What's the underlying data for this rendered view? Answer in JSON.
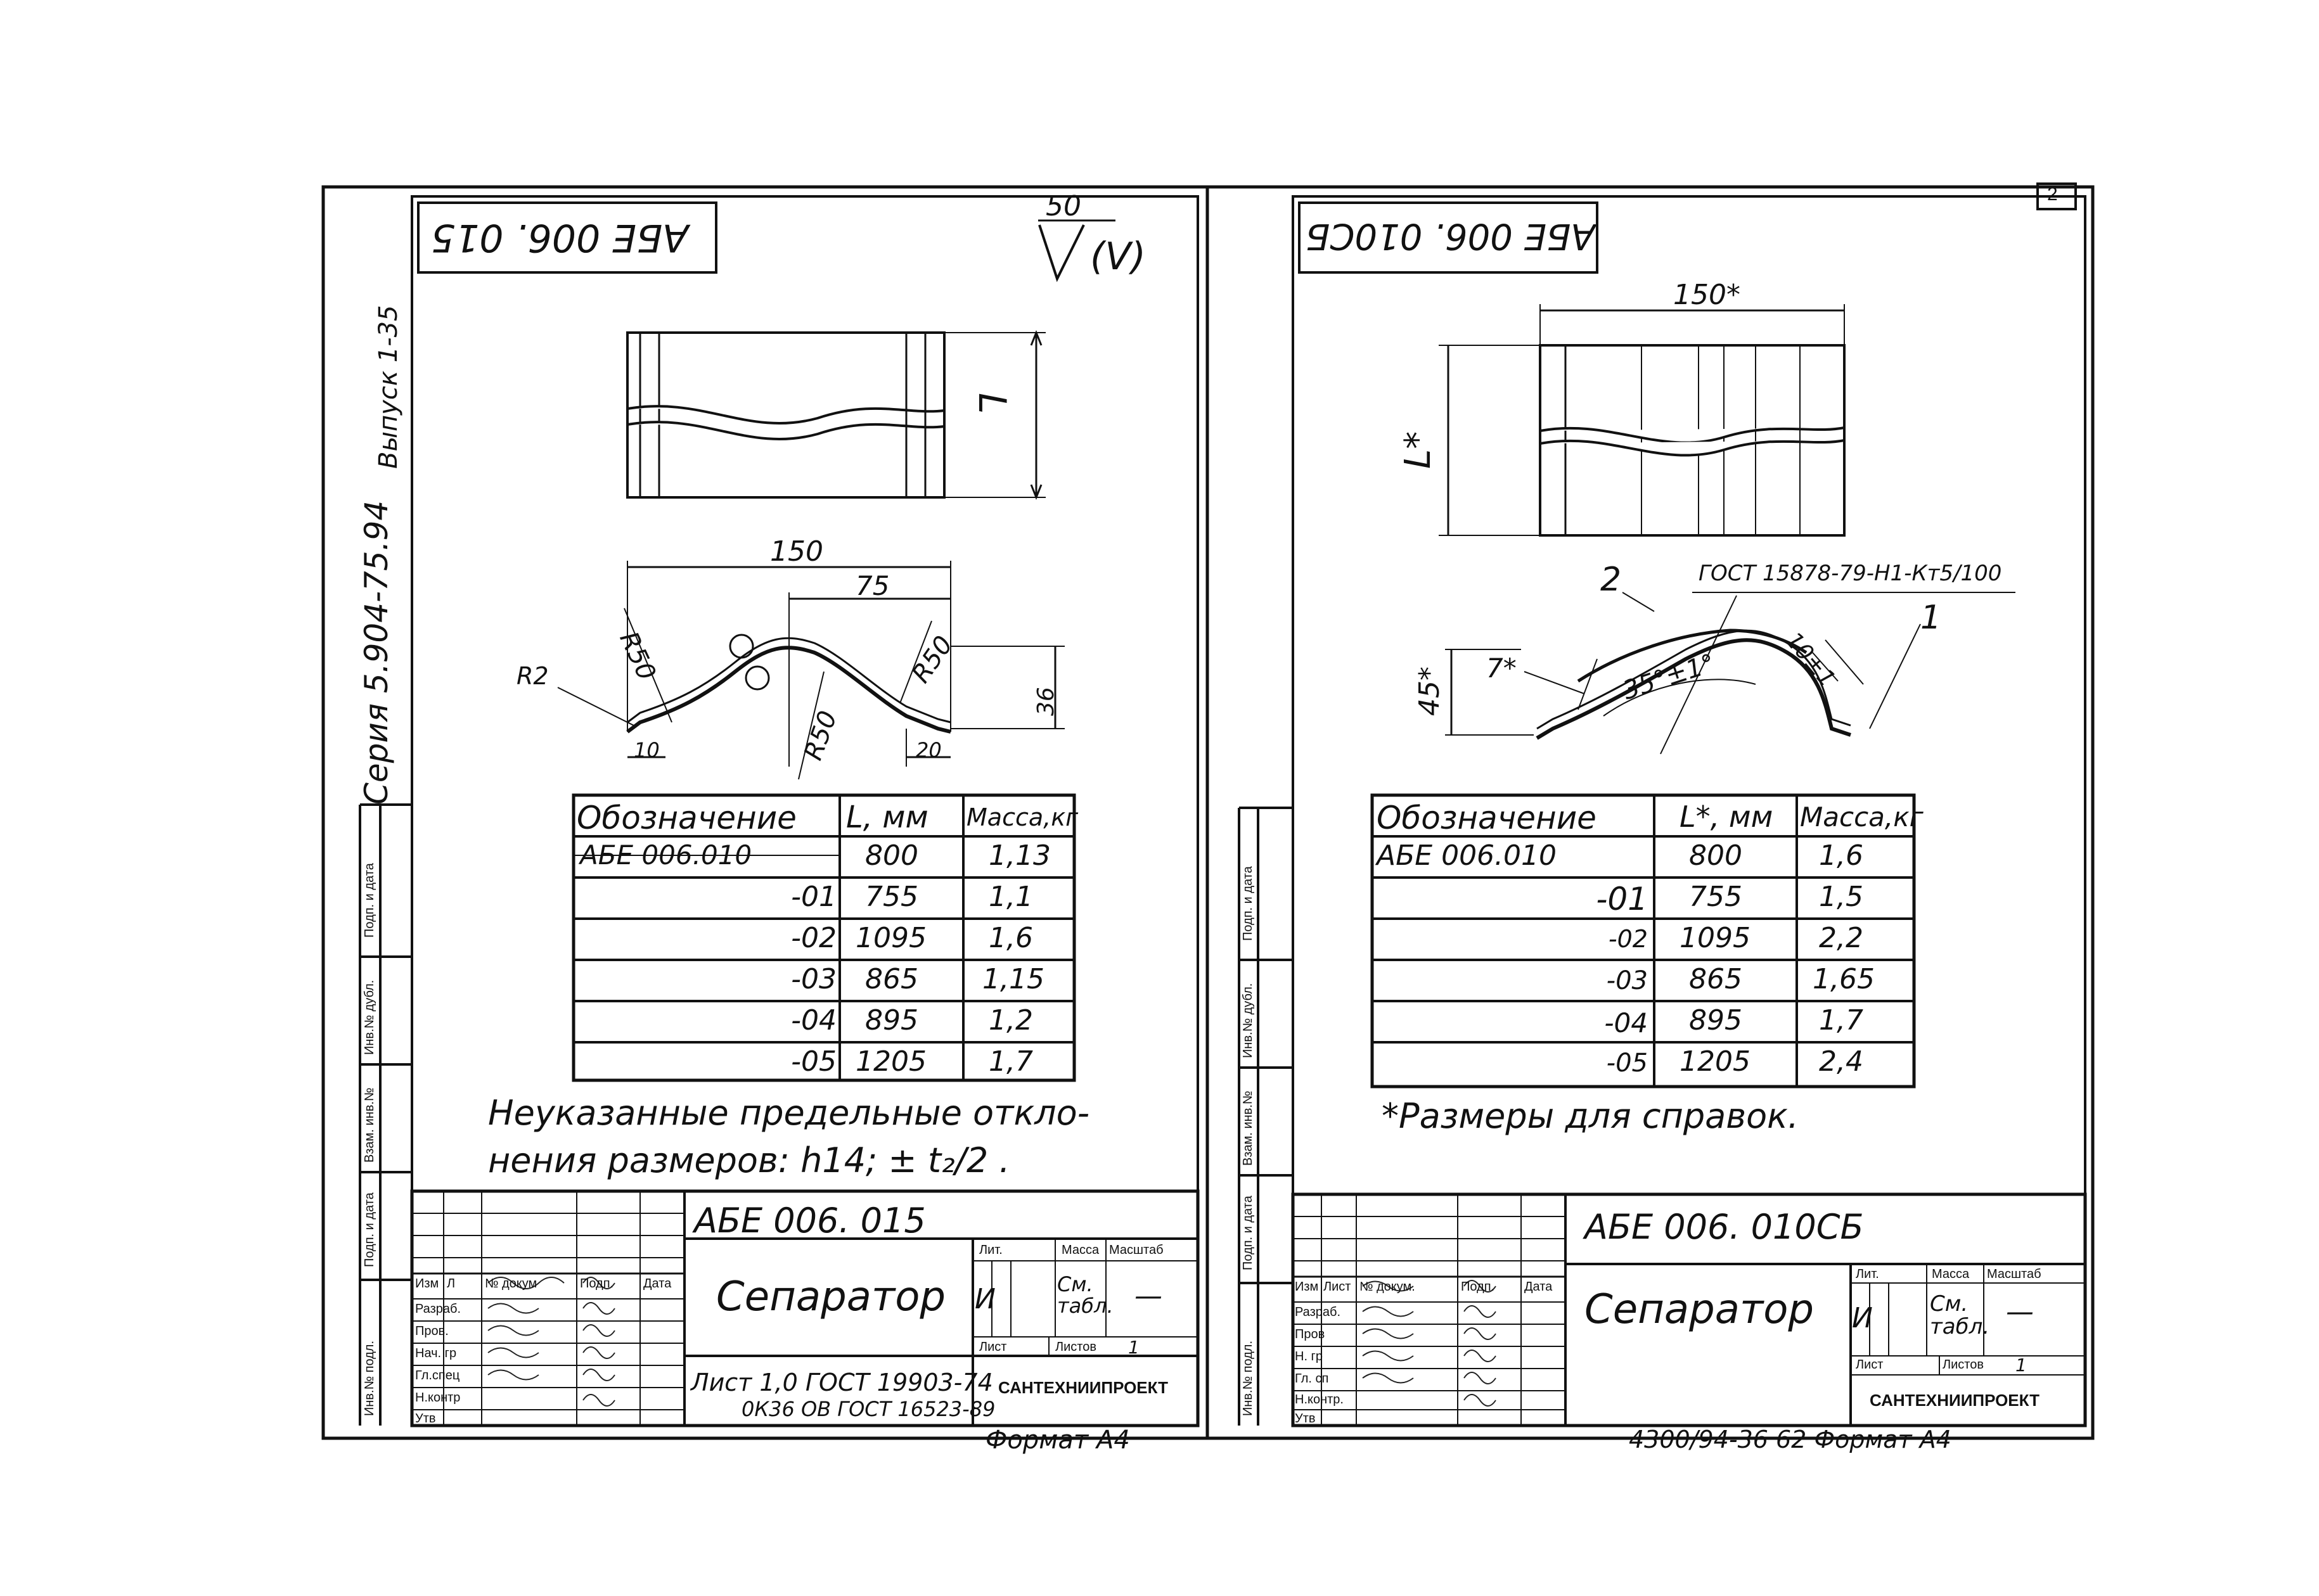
{
  "left_sheet": {
    "corner_code": "АБЕ 006. 015",
    "roughness": {
      "value": "50",
      "symbol": "√",
      "suffix": "(V)"
    },
    "dims": {
      "length": "L",
      "width": "150",
      "half": "75",
      "radius_a": "R50",
      "radius_b": "R50",
      "radius_c": "R50",
      "edge_radius": "R2",
      "height": "36",
      "flange_left": "10",
      "flange_right": "20"
    },
    "table": {
      "headers": [
        "Обозначение",
        "L, мм",
        "Масса,кг"
      ],
      "rows": [
        [
          "АБЕ 006.010",
          "800",
          "1,13"
        ],
        [
          "-01",
          "755",
          "1,1"
        ],
        [
          "-02",
          "1095",
          "1,6"
        ],
        [
          "-03",
          "865",
          "1,15"
        ],
        [
          "-04",
          "895",
          "1,2"
        ],
        [
          "-05",
          "1205",
          "1,7"
        ]
      ]
    },
    "note_line1": "Неуказанные предельные откло-",
    "note_line2": "нения размеров: h14; ± t₂/2 .",
    "title_block": {
      "doc_code": "АБЕ 006. 015",
      "name": "Сепаратор",
      "col_headers": [
        "Изм",
        "Л",
        "№ докум",
        "Подп.",
        "Дата"
      ],
      "roles": [
        "Разраб.",
        "Пров.",
        "Нач. гр",
        "Гл.спец",
        "Н.контр",
        "Утв"
      ],
      "lit_label": "Лит.",
      "mass_label": "Масса",
      "scale_label": "Масштаб",
      "lit_value": "И",
      "mass_value": "См. табл.",
      "scale_value": "—",
      "sheet_label": "Лист",
      "sheets_label": "Листов",
      "sheets_value": "1",
      "material_line1": "Лист 1,0 ГОСТ 19903-74",
      "material_line2": "0К36 ОВ ГОСТ 16523-89",
      "org": "САНТЕХНИИПРОЕКТ"
    },
    "format": "Формат А4",
    "side_series": "Серия 5.904-75.94",
    "side_issue": "Выпуск 1-35"
  },
  "right_sheet": {
    "corner_code": "АБЕ 006. 010СБ",
    "page_number": "2",
    "dims": {
      "width": "150*",
      "length": "L*",
      "height": "45*",
      "angle": "35°±1°",
      "gap": "7*",
      "offset": "10±1"
    },
    "callouts": [
      "2",
      "1"
    ],
    "gost_note": "ГОСТ 15878-79-Н1-Кт5/100",
    "table": {
      "headers": [
        "Обозначение",
        "L*, мм",
        "Масса,кг"
      ],
      "rows": [
        [
          "АБЕ 006.010",
          "800",
          "1,6"
        ],
        [
          "-01",
          "755",
          "1,5"
        ],
        [
          "-02",
          "1095",
          "2,2"
        ],
        [
          "-03",
          "865",
          "1,65"
        ],
        [
          "-04",
          "895",
          "1,7"
        ],
        [
          "-05",
          "1205",
          "2,4"
        ]
      ]
    },
    "note": "*Размеры для справок.",
    "title_block": {
      "doc_code": "АБЕ 006. 010СБ",
      "name": "Сепаратор",
      "col_headers": [
        "Изм",
        "Лист",
        "№ докум.",
        "Подп.",
        "Дата"
      ],
      "roles": [
        "Разраб.",
        "Пров",
        "Н. гр",
        "Гл. сп",
        "Н.контр.",
        "Утв"
      ],
      "lit_label": "Лит.",
      "mass_label": "Масса",
      "scale_label": "Масштаб",
      "lit_value": "И",
      "mass_value": "См. табл.",
      "scale_value": "—",
      "sheet_label": "Лист",
      "sheets_label": "Листов",
      "sheets_value": "1",
      "org": "САНТЕХНИИПРОЕКТ"
    },
    "footer": "4300/94-36   62   Формат А4"
  },
  "side_stamp_labels": [
    "Подп. и дата",
    "Инв.№ дубл.",
    "Взам. инв.№",
    "Подп. и дата",
    "Инв.№ подл."
  ]
}
